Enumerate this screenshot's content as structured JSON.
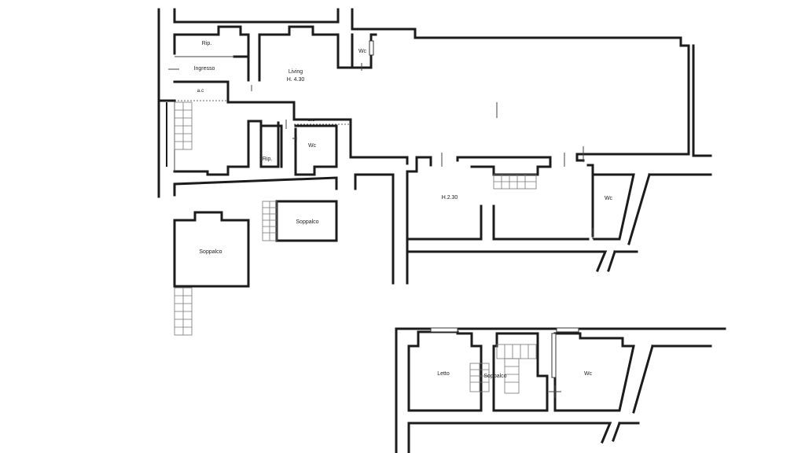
{
  "floorplan": {
    "rooms": {
      "rip_top": "Rip.",
      "ingresso": "Ingresso",
      "living": "Living",
      "living_height": "H. 4.30",
      "wc_top": "Wc",
      "ac_left": "a.c",
      "ac_mid": "a.c",
      "wc_mid": "Wc",
      "rip_mid": "Rip.",
      "h230": "H.2.30",
      "wc_right": "Wc",
      "soppalco_small": "Soppalco",
      "soppalco_large": "Soppalco",
      "letto": "Letto",
      "soppalco_bottom": "Soppalco",
      "wc_bottom": "Wc"
    }
  }
}
